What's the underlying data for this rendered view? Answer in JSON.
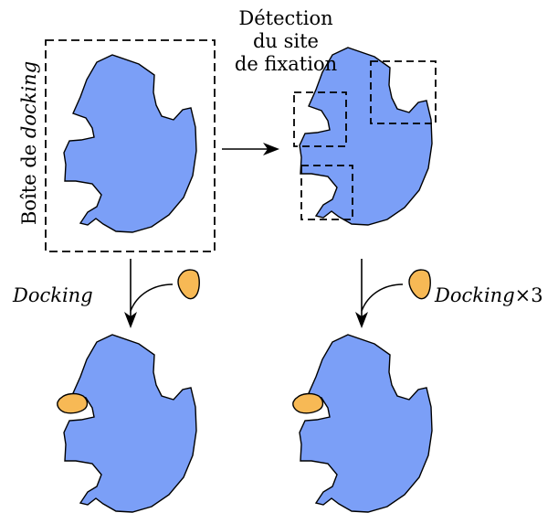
{
  "labels": {
    "detection_line1": "Détection",
    "detection_line2": "du site",
    "detection_line3": "de fixation",
    "box_prefix": "Boîte de ",
    "box_italic": "docking",
    "docking_left": "Docking",
    "docking_right_italic": "Docking",
    "docking_right_suffix": "×3"
  },
  "colors": {
    "protein_fill": "#7b9ff7",
    "ligand_fill": "#f7b955",
    "stroke": "#000000",
    "background": "#ffffff"
  },
  "panels": {
    "top_left": "protein-in-docking-box",
    "top_right": "protein-with-three-candidate-sites",
    "bottom_left": "docked-complex",
    "bottom_right": "docked-complex"
  }
}
